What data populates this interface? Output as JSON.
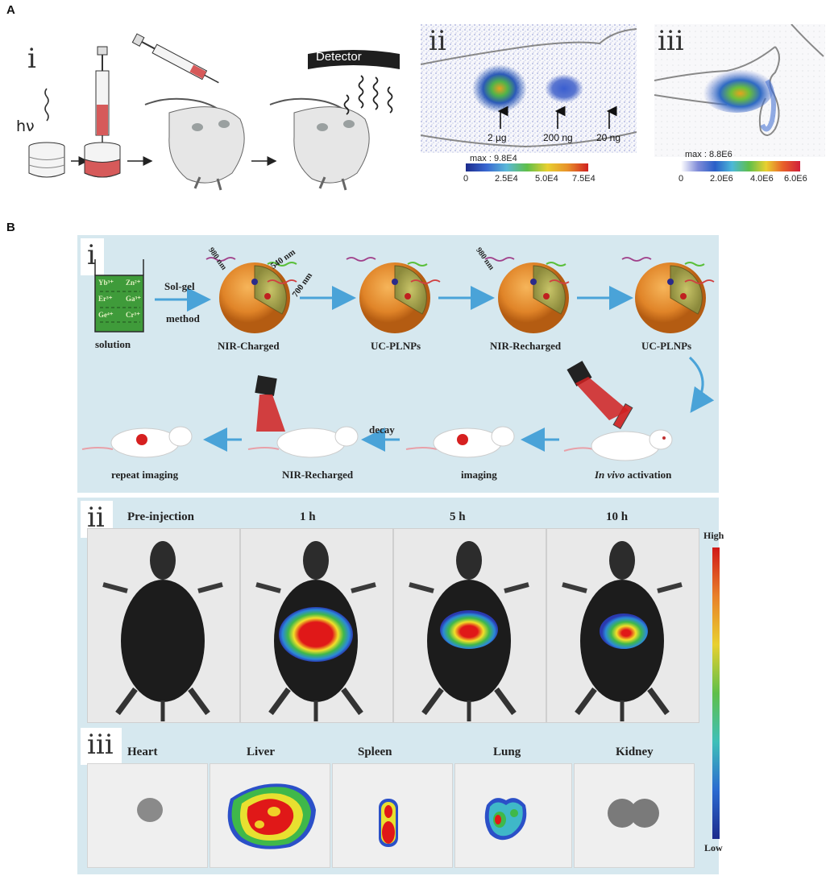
{
  "panelA": {
    "letter": "A",
    "sub_i": "i",
    "sub_ii": "ii",
    "sub_iii": "iii",
    "hv_label": "hν",
    "detector_label": "Detector",
    "ii_annotations": [
      "2 µg",
      "200 ng",
      "20 ng"
    ],
    "ii_max": "max : 9.8E4",
    "ii_ticks": [
      "0",
      "2.5E4",
      "5.0E4",
      "7.5E4"
    ],
    "iii_max": "max : 8.8E6",
    "iii_ticks": [
      "0",
      "2.0E6",
      "4.0E6",
      "6.0E6"
    ]
  },
  "panelB": {
    "letter": "B",
    "sub_i": "i",
    "sub_ii": "ii",
    "sub_iii": "iii",
    "beaker": {
      "label": "solution",
      "ions": [
        "Yb³⁺",
        "Zn²⁺",
        "Er³⁺",
        "Ga³⁺",
        "Ge⁴⁺",
        "Cr³⁺"
      ]
    },
    "solgel_top": "Sol-gel",
    "solgel_bottom": "method",
    "wavelength_980": "980 nm",
    "wavelength_540": "540 nm",
    "wavelength_700": "700 nm",
    "wavelength_980_b": "980 nm",
    "sphere_labels": [
      "NIR-Charged",
      "UC-PLNPs",
      "NIR-Recharged",
      "UC-PLNPs"
    ],
    "bottom_labels": [
      "repeat imaging",
      "NIR-Recharged",
      "imaging"
    ],
    "decay_label": "decay",
    "activation_italic": "In vivo",
    "activation_rest": " activation",
    "time_labels": [
      "Pre-injection",
      "1 h",
      "5 h",
      "10 h"
    ],
    "organ_labels": [
      "Heart",
      "Liver",
      "Spleen",
      "Lung",
      "Kidney"
    ],
    "colorbar_high": "High",
    "colorbar_low": "Low"
  },
  "colors": {
    "panel_bg": "#d6e8ef",
    "arrow_blue": "#4aa3d8",
    "sphere_orange": "#e8902a",
    "beaker_green": "#3f9b3a"
  }
}
